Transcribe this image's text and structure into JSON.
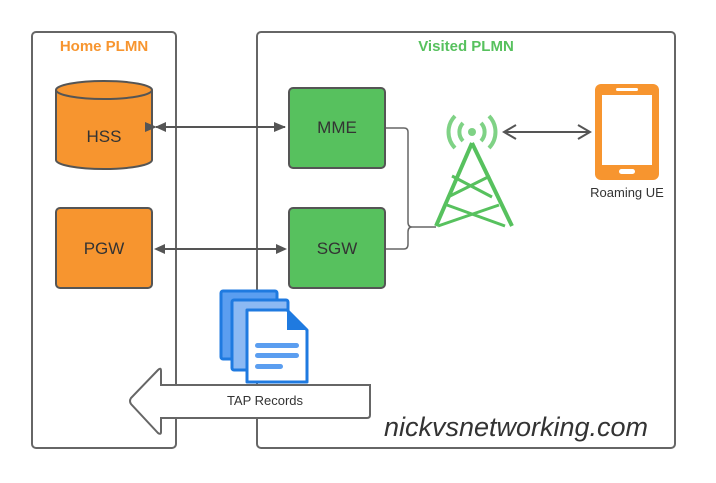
{
  "diagram": {
    "colors": {
      "home": "#f7952f",
      "visited": "#57c15e",
      "border": "#666666",
      "arrow": "#555555",
      "doc": "#1f7ae0",
      "doc_light": "#8cb9f3"
    },
    "groups": {
      "home": {
        "title": "Home PLMN"
      },
      "visited": {
        "title": "Visited PLMN"
      }
    },
    "nodes": {
      "hss": {
        "label": "HSS",
        "icon": "database-cylinder-icon"
      },
      "pgw": {
        "label": "PGW"
      },
      "mme": {
        "label": "MME"
      },
      "sgw": {
        "label": "SGW"
      },
      "tower": {
        "icon": "cell-tower-icon"
      },
      "ue": {
        "label": "Roaming UE",
        "icon": "smartphone-icon"
      },
      "tap": {
        "label": "TAP Records",
        "icon": "documents-icon"
      }
    },
    "edges": [
      {
        "from": "hss",
        "to": "mme",
        "type": "bidirectional"
      },
      {
        "from": "pgw",
        "to": "sgw",
        "type": "bidirectional"
      },
      {
        "from": "mme",
        "to": "tower",
        "type": "line"
      },
      {
        "from": "sgw",
        "to": "tower",
        "type": "line"
      },
      {
        "from": "tower",
        "to": "ue",
        "type": "bidirectional"
      },
      {
        "from": "visited",
        "to": "home",
        "type": "block-arrow",
        "label": "TAP Records"
      }
    ],
    "watermark": "nickvsnetworking.com"
  }
}
